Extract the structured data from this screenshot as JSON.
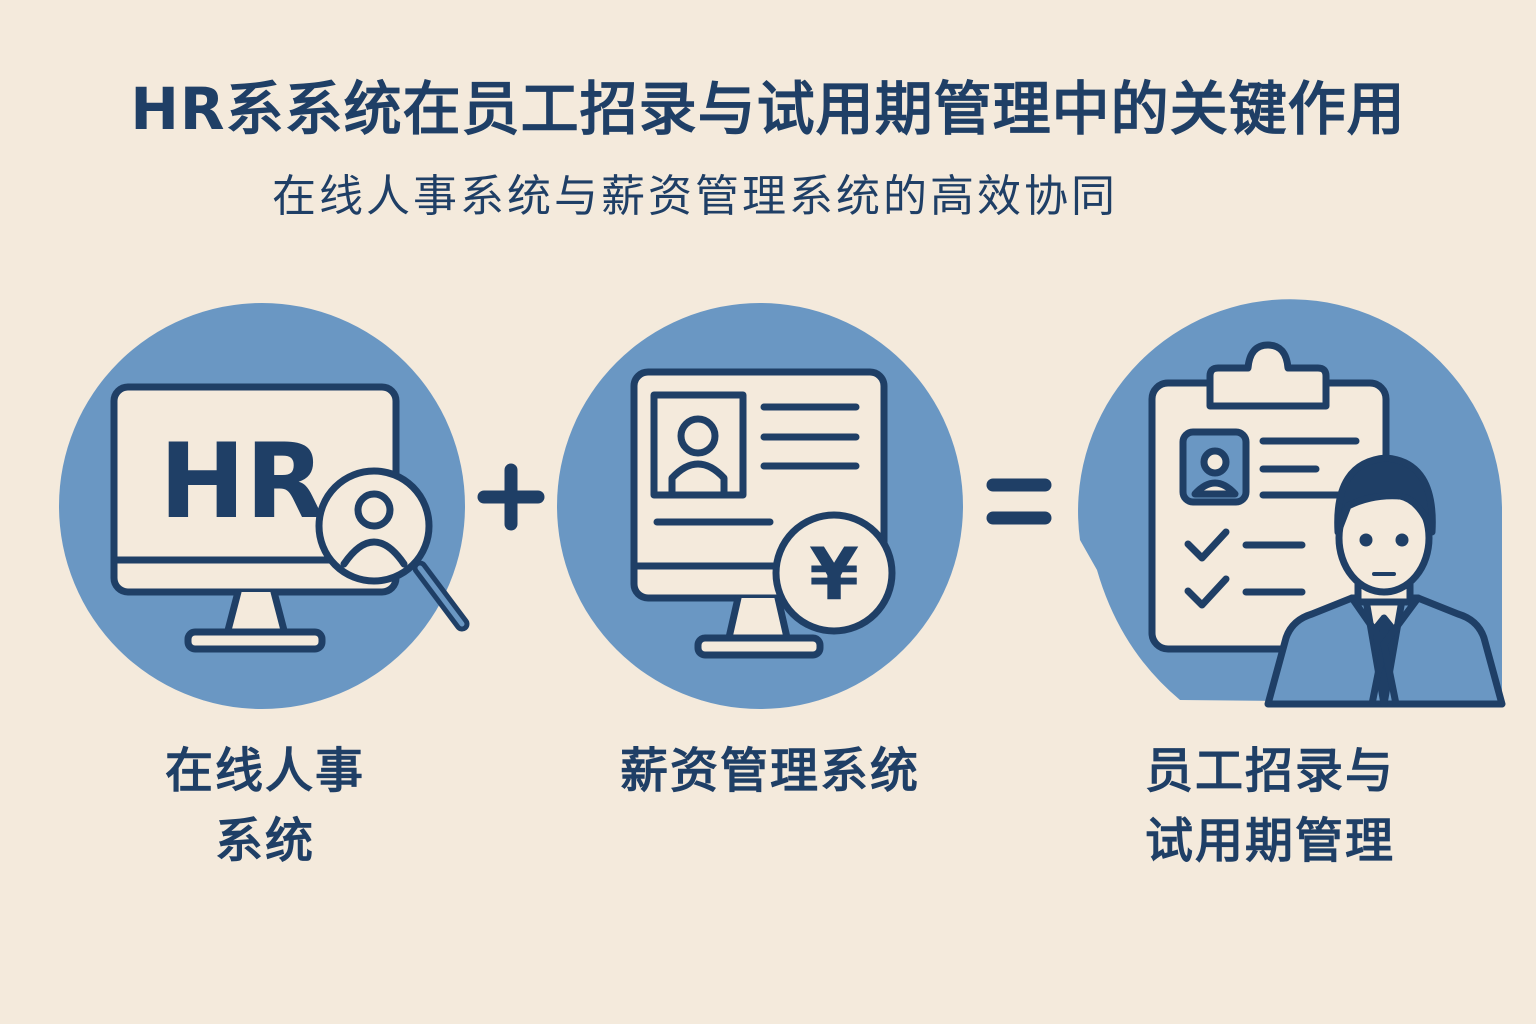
{
  "title": "HR系系统在员工招录与试用期管理中的关键作用",
  "subtitle": "在线人事系统与薪资管理系统的高效协同",
  "colors": {
    "background": "#f4eadc",
    "circle": "#6a97c3",
    "ink": "#1f3f66",
    "panel": "#f4eadc"
  },
  "items": [
    {
      "icon": "hr-monitor-search-icon",
      "icon_text": "HR",
      "label_line1": "在线人事",
      "label_line2": "系统"
    },
    {
      "icon": "payroll-monitor-yen-icon",
      "icon_text": "¥",
      "label_line1": "薪资管理系统",
      "label_line2": ""
    },
    {
      "icon": "clipboard-employee-icon",
      "label_line1": "员工招录与",
      "label_line2": "试用期管理"
    }
  ],
  "operators": {
    "plus": "plus-icon",
    "equals": "equals-icon"
  }
}
